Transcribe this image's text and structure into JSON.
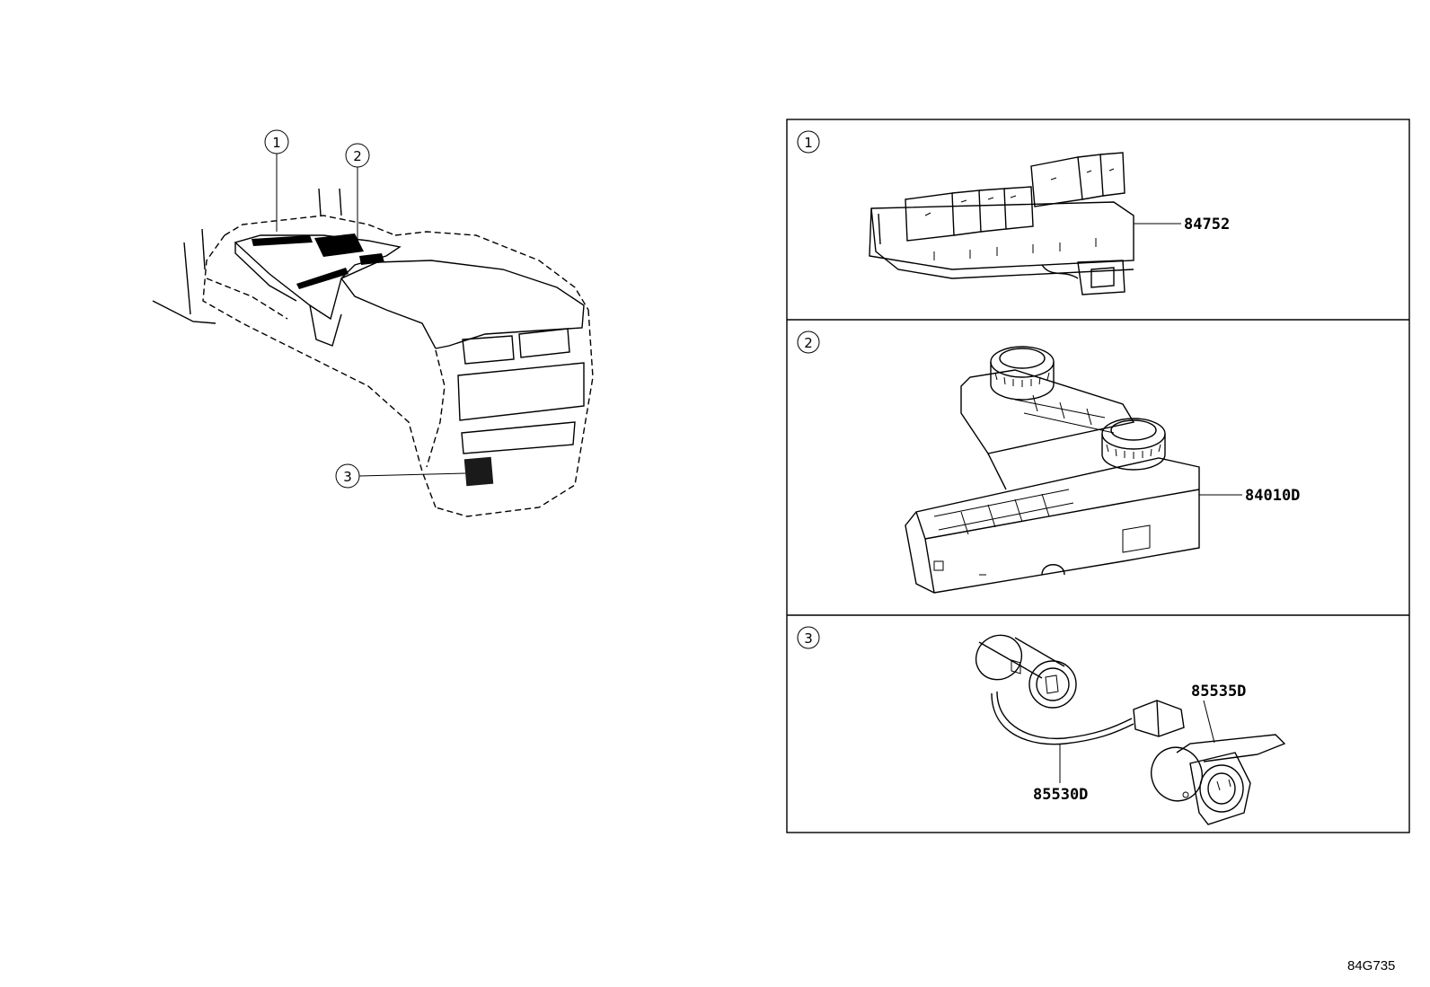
{
  "overview": {
    "callouts": [
      {
        "num": "1"
      },
      {
        "num": "2"
      },
      {
        "num": "3"
      }
    ]
  },
  "panels": [
    {
      "num": "1",
      "parts": [
        {
          "code": "84752"
        }
      ]
    },
    {
      "num": "2",
      "parts": [
        {
          "code": "84010D"
        }
      ]
    },
    {
      "num": "3",
      "parts": [
        {
          "code": "85535D"
        },
        {
          "code": "85530D"
        }
      ]
    }
  ],
  "diagram_ref": "84G735"
}
